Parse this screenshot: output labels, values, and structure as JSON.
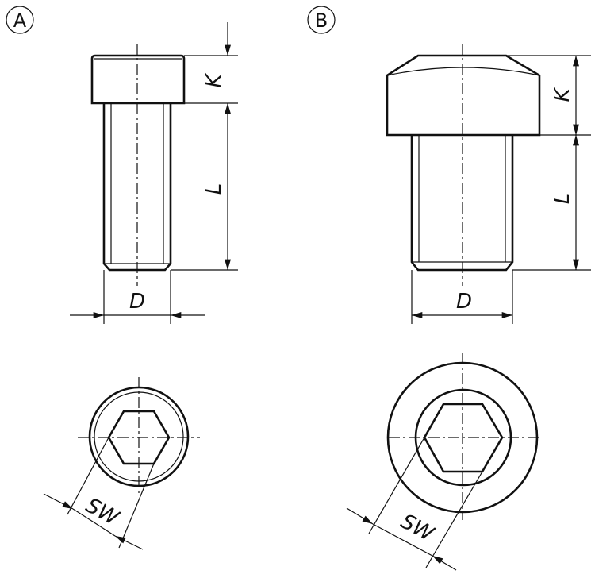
{
  "variants": [
    {
      "label": "A",
      "dims": {
        "head_height": "K",
        "length": "L",
        "diameter": "D",
        "wrench_size": "SW"
      }
    },
    {
      "label": "B",
      "dims": {
        "head_height": "K",
        "length": "L",
        "diameter": "D",
        "wrench_size": "SW"
      }
    }
  ],
  "color": "#111111"
}
